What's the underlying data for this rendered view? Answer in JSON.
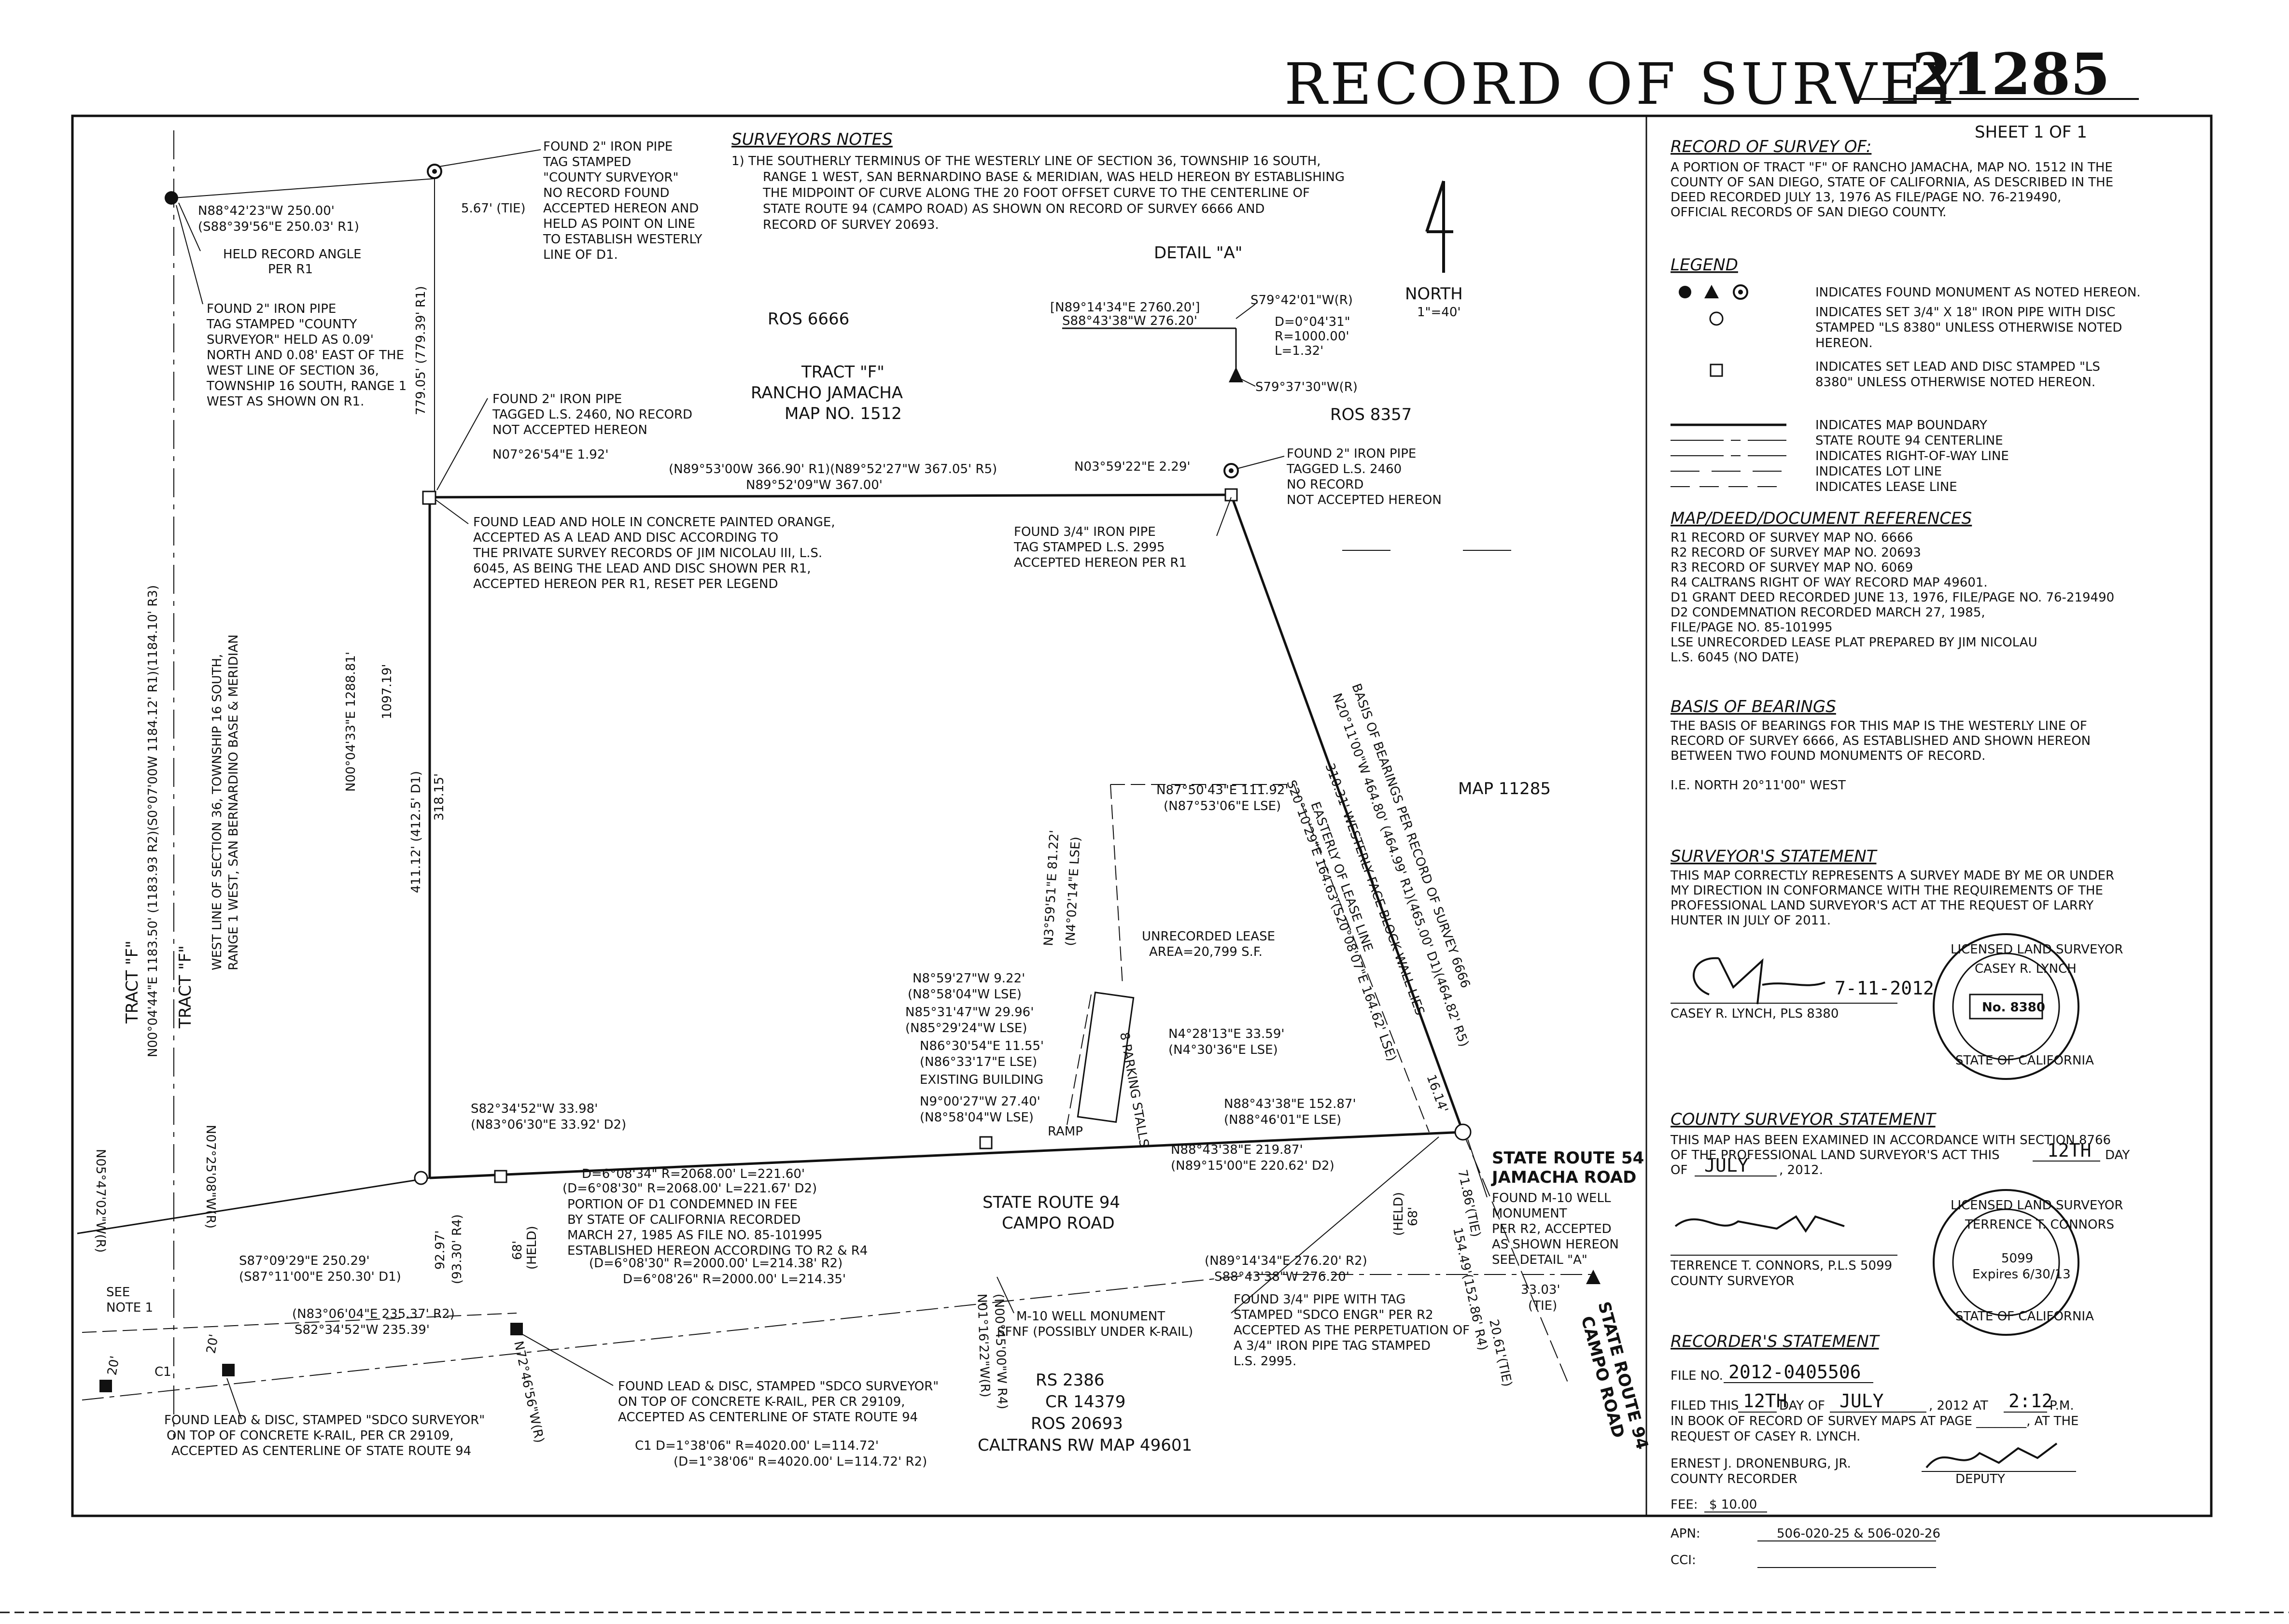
{
  "title": {
    "main": "RECORD OF SURVEY",
    "number": "21285",
    "sheet": "SHEET 1 OF 1"
  },
  "surveyors_notes": {
    "heading": "SURVEYORS NOTES",
    "lines": [
      "1)   THE SOUTHERLY TERMINUS OF THE WESTERLY LINE OF SECTION 36, TOWNSHIP 16 SOUTH,",
      "RANGE 1 WEST, SAN BERNARDINO BASE & MERIDIAN, WAS HELD HEREON BY ESTABLISHING",
      "THE MIDPOINT OF CURVE ALONG THE 20 FOOT OFFSET CURVE TO THE CENTERLINE OF",
      "STATE ROUTE 94 (CAMPO ROAD) AS SHOWN ON RECORD OF SURVEY 6666 AND",
      "RECORD   OF SURVEY 20693."
    ]
  },
  "north": {
    "label": "NORTH",
    "scale": "1\"=40'"
  },
  "detail_a": {
    "title": "DETAIL \"A\"",
    "labels": [
      "[N89°14'34\"E 2760.20']",
      "S88°43'38\"W 276.20'",
      "S79°42'01\"W(R)",
      "D=0°04'31\"",
      "R=1000.00'",
      "L=1.32'",
      "S79°37'30\"W(R)"
    ]
  },
  "record_of_survey_of": {
    "heading": "RECORD OF SURVEY OF:",
    "lines": [
      "A PORTION OF TRACT \"F\" OF RANCHO JAMACHA, MAP NO. 1512 IN THE",
      "COUNTY OF SAN DIEGO, STATE OF CALIFORNIA, AS DESCRIBED IN THE",
      "DEED RECORDED JULY 13, 1976 AS FILE/PAGE NO. 76-219490,",
      "OFFICIAL RECORDS OF SAN DIEGO COUNTY."
    ]
  },
  "legend": {
    "heading": "LEGEND",
    "items": [
      "INDICATES FOUND MONUMENT AS NOTED HEREON.",
      "INDICATES SET 3/4\" X 18\" IRON PIPE WITH DISC",
      "STAMPED \"LS 8380\" UNLESS OTHERWISE NOTED",
      "HEREON.",
      "INDICATES SET LEAD AND DISC STAMPED \"LS",
      "8380\" UNLESS OTHERWISE NOTED HEREON.",
      "INDICATES MAP BOUNDARY",
      "STATE ROUTE 94 CENTERLINE",
      "INDICATES RIGHT-OF-WAY LINE",
      "INDICATES LOT LINE",
      "INDICATES LEASE LINE"
    ]
  },
  "references": {
    "heading": "MAP/DEED/DOCUMENT REFERENCES",
    "lines": [
      "R1    RECORD OF SURVEY MAP NO. 6666",
      "R2    RECORD OF SURVEY MAP NO. 20693",
      "R3    RECORD OF SURVEY MAP NO. 6069",
      "R4    CALTRANS RIGHT OF WAY RECORD MAP 49601.",
      "D1    GRANT DEED RECORDED JUNE 13, 1976, FILE/PAGE NO. 76-219490",
      "D2    CONDEMNATION RECORDED MARCH 27, 1985,",
      "        FILE/PAGE NO. 85-101995",
      "LSE  UNRECORDED LEASE PLAT PREPARED BY JIM NICOLAU",
      "        L.S. 6045 (NO DATE)"
    ]
  },
  "basis_of_bearings": {
    "heading": "BASIS OF BEARINGS",
    "lines": [
      "THE BASIS OF BEARINGS FOR THIS MAP IS THE WESTERLY LINE OF",
      "RECORD OF SURVEY 6666, AS  ESTABLISHED AND SHOWN HEREON",
      "BETWEEN TWO FOUND MONUMENTS OF RECORD.",
      "",
      "I.E. NORTH 20°11'00\" WEST"
    ]
  },
  "surveyor_statement": {
    "heading": "SURVEYOR'S STATEMENT",
    "lines": [
      "THIS MAP CORRECTLY REPRESENTS A SURVEY MADE BY ME OR UNDER",
      "MY DIRECTION IN CONFORMANCE WITH THE REQUIREMENTS OF THE",
      "PROFESSIONAL LAND SURVEYOR'S ACT AT THE REQUEST OF LARRY",
      "HUNTER IN JULY OF 2011."
    ],
    "date": "7-11-2012",
    "signer": "CASEY R. LYNCH, PLS 8380",
    "seal": {
      "outer": "LICENSED LAND SURVEYOR",
      "name": "CASEY R. LYNCH",
      "no": "No. 8380",
      "state": "STATE OF CALIFORNIA"
    }
  },
  "county_statement": {
    "heading": "COUNTY SURVEYOR STATEMENT",
    "line1": "THIS MAP HAS BEEN EXAMINED IN ACCORDANCE WITH SECTION 8766",
    "line2a": "OF THE PROFESSIONAL LAND SURVEYOR'S ACT THIS",
    "day": "12TH",
    "line2b": "DAY",
    "line3a": "OF",
    "month": "JULY",
    "line3b": ", 2012.",
    "signer": "TERRENCE T. CONNORS, P.L.S  5099",
    "title": "COUNTY SURVEYOR",
    "seal": {
      "outer": "LICENSED LAND SURVEYOR",
      "name": "TERRENCE T. CONNORS",
      "no": "5099",
      "exp": "Expires 6/30/13",
      "state": "STATE OF CALIFORNIA"
    }
  },
  "recorder": {
    "heading": "RECORDER'S STATEMENT",
    "file_label": "FILE NO.",
    "file_no": "2012-0405506",
    "filed_a": "FILED THIS",
    "filed_day": "12TH",
    "filed_b": "DAY OF",
    "filed_month": "JULY",
    "filed_c": ", 2012 AT",
    "filed_time": "2:12",
    "filed_d": "P.M.",
    "book": "IN BOOK OF RECORD OF SURVEY MAPS AT PAGE ________, AT THE",
    "request": "REQUEST OF CASEY R. LYNCH.",
    "recorder_name": "ERNEST J. DRONENBURG, JR.",
    "recorder_title": "COUNTY RECORDER",
    "deputy": "DEPUTY",
    "fee_label": "FEE:",
    "fee": "$ 10.00"
  },
  "footer": {
    "apn_label": "APN:",
    "apn": "506-020-25 & 506-020-26",
    "cci_label": "CCI:"
  },
  "map_labels": {
    "ros6666": "ROS 6666",
    "tract_f": "TRACT \"F\"",
    "rancho": "RANCHO JAMACHA",
    "mapno": "MAP NO. 1512",
    "ros8357": "ROS 8357",
    "map11285": "MAP 11285",
    "lease": "UNRECORDED LEASE",
    "lease_area": "AREA=20,799 S.F.",
    "sr94": "STATE ROUTE 94",
    "campo": "CAMPO ROAD",
    "sr54": "STATE ROUTE 54",
    "jamacha_road": "JAMACHA ROAD",
    "rs2386": "RS 2386",
    "cr14379": "CR 14379",
    "ros20693": "ROS 20693",
    "caltrans": "CALTRANS RW MAP 49601",
    "tractf_left1": "TRACT \"F\"",
    "tractf_left2": "TRACT \"F\"",
    "sr94_campo_rot": "STATE ROUTE 94",
    "campo_rot": "CAMPO ROAD"
  },
  "annotations": {
    "n88_42": "N88°42'23\"W 250.00'",
    "s88_39": "(S88°39'56\"E 250.03' R1)",
    "held_angle1": "HELD RECORD ANGLE",
    "held_angle2": "PER R1",
    "found2_tag": [
      "FOUND 2\" IRON PIPE",
      "TAG STAMPED \"COUNTY",
      "SURVEYOR\" HELD AS 0.09'",
      "NORTH AND 0.08' EAST OF THE",
      "WEST LINE OF SECTION 36,",
      "TOWNSHIP 16 SOUTH, RANGE 1",
      "WEST AS SHOWN ON R1."
    ],
    "tie567": "5.67' (TIE)",
    "found2_cs": [
      "FOUND 2\" IRON PIPE",
      "TAG STAMPED",
      "\"COUNTY SURVEYOR\"",
      "NO RECORD FOUND",
      "ACCEPTED HEREON AND",
      "HELD AS POINT ON LINE",
      "TO ESTABLISH WESTERLY",
      "LINE OF D1."
    ],
    "found2_2460": [
      "FOUND 2\" IRON PIPE",
      "TAGGED L.S. 2460, NO RECORD",
      "NOT ACCEPTED HEREON"
    ],
    "n07_26": "N07°26'54\"E 1.92'",
    "d779": "779.05' (779.39' R1)",
    "n89_53": "(N89°53'00W 366.90' R1)(N89°52'27\"W 367.05' R5)",
    "n89_52": "N89°52'09\"W 367.00'",
    "n03_59": "N03°59'22\"E 2.29'",
    "found2_2460b": [
      "FOUND 2\" IRON PIPE",
      "TAGGED L.S. 2460",
      "NO RECORD",
      "NOT ACCEPTED HEREON"
    ],
    "found34": [
      "FOUND 3/4\" IRON PIPE",
      "TAG STAMPED L.S. 2995",
      "ACCEPTED HEREON PER R1"
    ],
    "foundlead": [
      "FOUND LEAD AND HOLE IN CONCRETE PAINTED ORANGE,",
      "ACCEPTED AS A LEAD AND DISC ACCORDING TO",
      "THE PRIVATE SURVEY RECORDS OF JIM NICOLAU III, L.S.",
      "6045, AS BEING THE LEAD AND DISC SHOWN PER R1,",
      "ACCEPTED HEREON PER R1, RESET PER LEGEND"
    ],
    "n00_04_33": "N00°04'33\"E 1288.81'",
    "d1097": "1097.19'",
    "d411": "411.12' (412.5' D1)",
    "d318": "318.15'",
    "wline": [
      "WEST LINE OF SECTION 36, TOWNSHIP 16 SOUTH,",
      "RANGE 1 WEST, SAN BERNARDINO BASE & MERIDIAN"
    ],
    "n00_04_44": "N00°04'44\"E 1183.50' (1183.93 R2)(S0°07'00W 1184.12' R1)(1184.10' R3)",
    "basis_rot": "BASIS OF BEARINGS PER RECORD OF SURVEY 6666",
    "n20_11": "N20°11'00\"W 464.80' (464.99' R1)(465.00' D1)(464.82' R5)",
    "d310": "310.31' WESTERLY FACE BLOCK WALL LIES",
    "easterly": "EASTERLY OF LEASE LINE",
    "d1614": "16.14'",
    "s20_10": "S20°10'29\"E 164.63'(S20°08'07\"E 164.62' LSE)",
    "n87_50": "N87°50'43\"E 111.92'",
    "n87_53": "(N87°53'06\"E LSE)",
    "n3_59": "N3°59'51\"E 81.22'",
    "n4_02": "(N4°02'14\"E LSE)",
    "n8_59": "N8°59'27\"W 9.22'",
    "n8_58": "(N8°58'04\"W LSE)",
    "n85_31": "N85°31'47\"W 29.96'",
    "n85_29": "(N85°29'24\"W LSE)",
    "n86_30": "N86°30'54\"E 11.55'",
    "n86_33": "(N86°33'17\"E LSE)",
    "existing": "EXISTING BUILDING",
    "n9_00": "N9°00'27\"W 27.40'",
    "n8_58b": "(N8°58'04\"W LSE)",
    "n4_28": "N4°28'13\"E 33.59'",
    "n4_30": "(N4°30'36\"E LSE)",
    "n88_43a": "N88°43'38\"E 152.87'",
    "n88_46": "(N88°46'01\"E LSE)",
    "n88_43b": "N88°43'38\"E 219.87'",
    "n89_15": "(N89°15'00\"E 220.62' D2)",
    "ramp": "RAMP",
    "parking": "8 PARKING STALLS",
    "s82_34a": "S82°34'52\"W 33.98'",
    "n83_06a": "(N83°06'30\"E 33.92' D2)",
    "curve1": "D=6°08'34\" R=2068.00' L=221.60'",
    "curve1b": "(D=6°08'30\" R=2068.00' L=221.67' D2)",
    "portion": [
      "PORTION OF D1 CONDEMNED IN FEE",
      "BY STATE OF CALIFORNIA RECORDED",
      "MARCH 27, 1985 AS FILE NO. 85-101995",
      "ESTABLISHED HEREON ACCORDING TO R2 & R4"
    ],
    "d9297": "92.97'",
    "d9330": "(93.30' R4)",
    "held68": "68'",
    "held": "(HELD)",
    "s87_09": "S87°09'29\"E 250.29'",
    "s87_11": "(S87°11'00\"E 250.30' D1)",
    "see_note": [
      "SEE",
      "NOTE 1"
    ],
    "n83_06b": "(N83°06'04\"E 235.37' R2)",
    "s82_34b": "S82°34'52\"W 235.39'",
    "d20a": "20'",
    "d20b": "20'",
    "c1": "C1",
    "curve2": "(D=6°08'30\" R=2000.00' L=214.38' R2)",
    "curve2b": "D=6°08'26\" R=2000.00' L=214.35'",
    "n89_14b": "(N89°14'34\"E 276.20' R2)",
    "s88_43b": "S88°43'38\"W 276.20'",
    "m10_sfnf": [
      "M-10 WELL MONUMENT",
      "SFNF (POSSIBLY UNDER K-RAIL)"
    ],
    "found34b": [
      "FOUND 3/4\" PIPE WITH TAG",
      "STAMPED \"SDCO ENGR\" PER R2",
      "ACCEPTED AS THE PERPETUATION OF",
      "A 3/4\" IRON PIPE TAG STAMPED",
      "L.S. 2995."
    ],
    "d3303": "33.03'",
    "tie": "(TIE)",
    "found_m10": [
      "FOUND M-10 WELL",
      "MONUMENT",
      "PER R2, ACCEPTED",
      "AS SHOWN HEREON",
      "SEE DETAIL \"A\""
    ],
    "d7186": "71.86'(TIE)",
    "d15449": "154.49'(152.86' R4)",
    "d2061": "20.61'(TIE)",
    "held68b": "68'",
    "heldb": "(HELD)",
    "foundlead_sdco": [
      "FOUND LEAD & DISC, STAMPED \"SDCO SURVEYOR\"",
      "ON TOP OF CONCRETE K-RAIL, PER CR 29109,",
      "ACCEPTED AS CENTERLINE OF STATE ROUTE 94"
    ],
    "foundlead_sdco2": [
      "FOUND LEAD & DISC, STAMPED \"SDCO SURVEYOR\"",
      "ON TOP OF CONCRETE K-RAIL, PER CR 29109,",
      "ACCEPTED AS CENTERLINE OF STATE ROUTE 94"
    ],
    "c1data": "C1     D=1°38'06\" R=4020.00' L=114.72'",
    "c1datab": "(D=1°38'06\" R=4020.00' L=114.72' R2)",
    "n72_46": "N72°46'56\"W(R)",
    "n05_47": "N05°47'02\"W(R)",
    "n07_25": "N07°25'08\"W(R)",
    "n01_16": "N01°16'22\"W(R)",
    "n00_45": "(N00°45'00\"W R4)"
  }
}
